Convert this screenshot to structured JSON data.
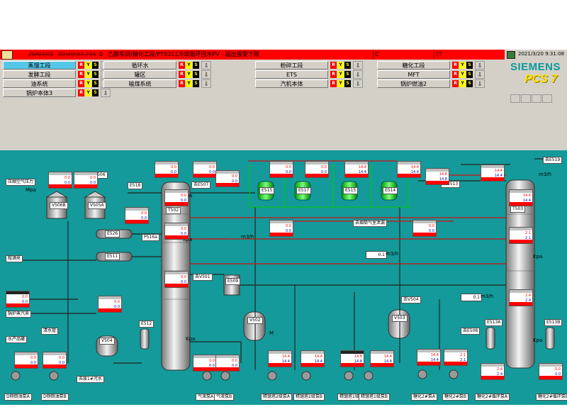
{
  "alarm_bar": {
    "date": "20/03/21",
    "time": "09:20:33.715",
    "count": "0",
    "message": "乙醇车间/精化工段/PT0311冷却循环回水PV - 超出报警下限",
    "c_field": "C",
    "q_field": "??"
  },
  "status": {
    "datetime": "2021/3/20 9:31:08"
  },
  "areas": [
    {
      "label": "蒸馏工段",
      "selected": true
    },
    {
      "label": "循环水",
      "selected": false
    },
    {
      "label": "粉碎工段",
      "selected": false
    },
    {
      "label": "糖化工段",
      "selected": false
    },
    {
      "label": "发酵工段",
      "selected": false
    },
    {
      "label": "罐区",
      "selected": false
    },
    {
      "label": "ETS",
      "selected": false
    },
    {
      "label": "MFT",
      "selected": false
    },
    {
      "label": "油系统",
      "selected": false
    },
    {
      "label": "输煤系统",
      "selected": false
    },
    {
      "label": "汽机本体",
      "selected": false
    },
    {
      "label": "锅炉燃油2",
      "selected": false
    },
    {
      "label": "锅炉本体3",
      "selected": false
    }
  ],
  "branding": {
    "siemens": "SIEMENS",
    "pcs": "PCS 7"
  },
  "process": {
    "vessels": {
      "t502": "T502",
      "t503": "T503",
      "v506b": "V506B",
      "v505a": "V505A",
      "v506": "V506",
      "v502": "V502",
      "v503": "V503",
      "v504": "V504",
      "e509": "E509",
      "e512": "E512",
      "e513a": "E513A",
      "e513b": "E513B",
      "e526": "E526",
      "e511": "E511",
      "e518": "E518",
      "e515": "E515",
      "e517": "E517",
      "e515b": "E515",
      "e514": "E514",
      "p516a": "P516a"
    },
    "tags": {
      "pressure_ctrl": "压缩空气压力",
      "mpa_unit": "Mpa",
      "crude_feed": "粗酒来",
      "steam_from": "锅炉蒸汽来",
      "water_in": "水产品罐",
      "clear_water": "清水管",
      "sewage": "去废1#污水",
      "exchange_to": "去E507",
      "to_e519": "去E519",
      "to_e513": "去E513",
      "to_e508": "去E508",
      "to_v501": "去V501",
      "to_v504": "去V504",
      "recirc": "去烟筒气室泄漏",
      "flow1": "0.1",
      "flow2": "0.1",
      "flow_unit": "m3/h",
      "m3h_a": "m3/h",
      "m3h_b": "m3/h",
      "kpa1": "Kpa",
      "kpa2": "Kpa",
      "kpa3": "Kpa",
      "kpa4": "Kpa",
      "kpa5": "Kpa",
      "m_label": "M"
    },
    "pumps": [
      "D侧倒油泵A",
      "D侧倒油泵B",
      "气液泵A",
      "气液泵B",
      "精馏塔2级泵A",
      "精馏塔2级泵B",
      "精馏塔1级泵A",
      "精馏塔1级泵B",
      "糖化2#泵A",
      "糖化2#泵B",
      "糖化2#循环泵A",
      "糖化2#循环泵B"
    ],
    "readouts": [
      "0.0",
      "0.0",
      "0.0",
      "0.0",
      "0.0",
      "0.0",
      "0.0",
      "0.0",
      "14.4",
      "14.4",
      "14.8",
      "14.4",
      "14.4",
      "2.1",
      "2.4",
      "0.0",
      "0.0",
      "0.0"
    ]
  },
  "colors": {
    "process_bg": "#149a9a",
    "alarm_red": "#ff0000",
    "selected_area": "#56c7e8",
    "pipe_black": "#222222",
    "pipe_red": "#cc1111",
    "pipe_green": "#00cc00"
  }
}
